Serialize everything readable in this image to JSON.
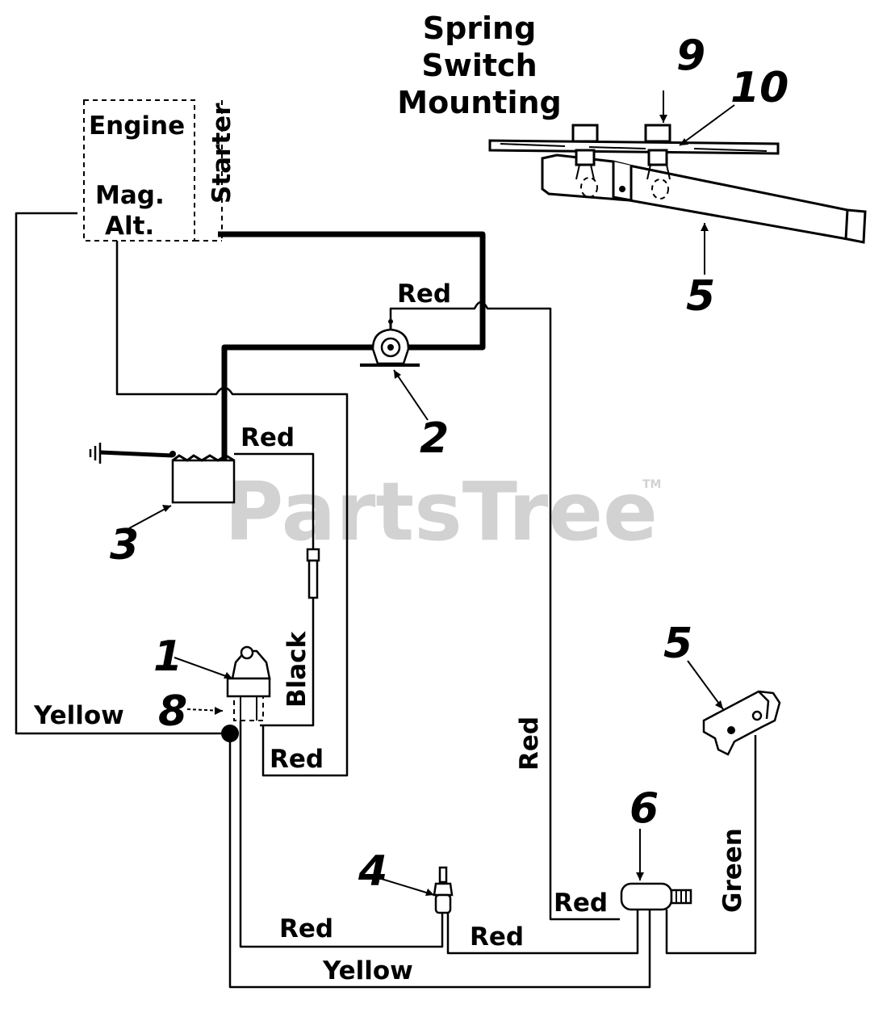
{
  "title": {
    "line1": "Spring",
    "line2": "Switch",
    "line3": "Mounting"
  },
  "engine": {
    "engine_label": "Engine",
    "mag_label": "Mag.",
    "alt_label": "Alt.",
    "starter_label": "Starter"
  },
  "wire_labels": {
    "red_solenoid": "Red",
    "red_battery": "Red",
    "black": "Black",
    "yellow_left": "Yellow",
    "red_ignition_loop": "Red",
    "red_vertical": "Red",
    "red_switch6": "Red",
    "green": "Green",
    "red_bottom_left": "Red",
    "red_bottom_right": "Red",
    "yellow_bottom": "Yellow"
  },
  "callouts": {
    "n1": "1",
    "n2": "2",
    "n3": "3",
    "n4": "4",
    "n5_top": "5",
    "n5_right": "5",
    "n6": "6",
    "n8": "8",
    "n9": "9",
    "n10": "10"
  },
  "watermark": {
    "text": "PartsTree",
    "tm": "TM",
    "color": "#d2d2d2"
  }
}
